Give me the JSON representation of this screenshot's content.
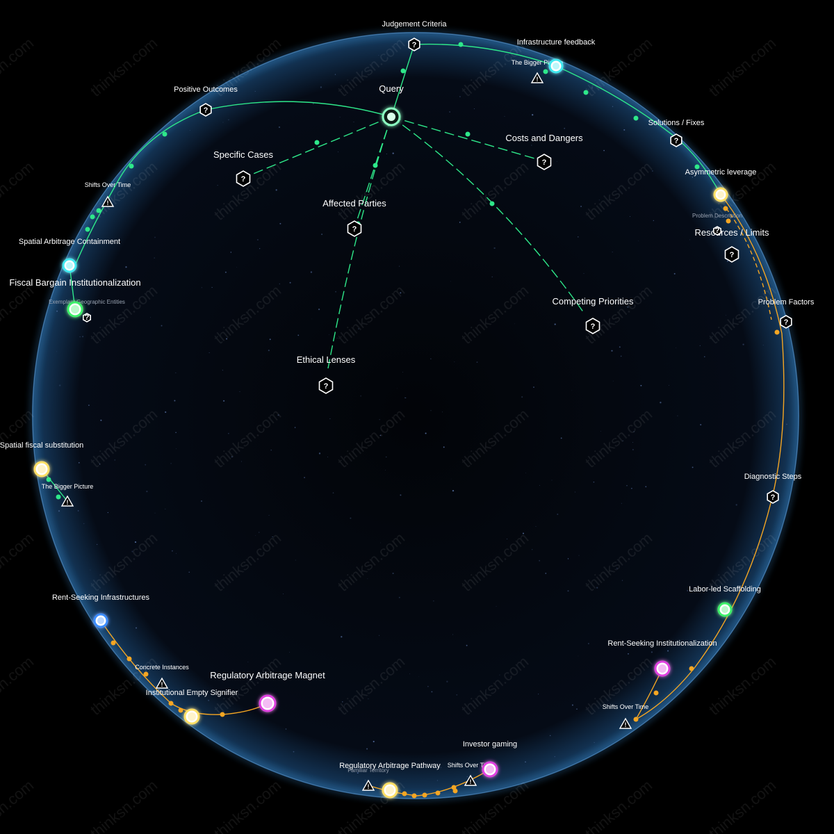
{
  "colors": {
    "background": "#000000",
    "globe_rim": "#3d6d9c",
    "green_path": "#2ee88a",
    "orange_path": "#f5a623",
    "node_cyan": "#40e8f0",
    "node_green": "#3df06a",
    "node_yellow": "#ffe066",
    "node_blue": "#3a8dff",
    "node_magenta": "#e040e0",
    "node_orange": "#f5a623"
  },
  "watermark": "thinksn.com",
  "query": {
    "label": "Query"
  },
  "question_nodes": [
    {
      "id": "judgement-criteria",
      "label": "Judgement Criteria",
      "size": "sm"
    },
    {
      "id": "positive-outcomes",
      "label": "Positive Outcomes",
      "size": "sm"
    },
    {
      "id": "specific-cases",
      "label": "Specific Cases",
      "size": "md"
    },
    {
      "id": "affected-parties",
      "label": "Affected Parties",
      "size": "md"
    },
    {
      "id": "costs-and-dangers",
      "label": "Costs and Dangers",
      "size": "md"
    },
    {
      "id": "competing-priorities",
      "label": "Competing Priorities",
      "size": "md"
    },
    {
      "id": "ethical-lenses",
      "label": "Ethical Lenses",
      "size": "md"
    },
    {
      "id": "solutions-fixes",
      "label": "Solutions / Fixes",
      "size": "sm"
    },
    {
      "id": "resources-limits",
      "label": "Resources / Limits",
      "size": "md"
    },
    {
      "id": "problem-factors",
      "label": "Problem Factors",
      "size": "sm"
    },
    {
      "id": "diagnostic-steps",
      "label": "Diagnostic Steps",
      "size": "sm"
    },
    {
      "id": "problem-description",
      "label": "Problem Description",
      "size": "xs"
    },
    {
      "id": "exemplary-geographic-entities",
      "label": "Exemplary Geographic Entities",
      "size": "xs"
    }
  ],
  "warning_nodes": [
    {
      "id": "the-bigger-picture-top",
      "label": "The Bigger Picture"
    },
    {
      "id": "shifts-over-time-left",
      "label": "Shifts Over Time"
    },
    {
      "id": "the-bigger-picture-left",
      "label": "The Bigger Picture"
    },
    {
      "id": "concrete-instances",
      "label": "Concrete Instances"
    },
    {
      "id": "familiar-territory",
      "label": "Familiar Territory"
    },
    {
      "id": "shifts-over-time-bottom",
      "label": "Shifts Over Time"
    },
    {
      "id": "shifts-over-time-right",
      "label": "Shifts Over Time"
    }
  ],
  "answer_nodes": [
    {
      "id": "infrastructure-feedback",
      "label": "Infrastructure feedback",
      "color": "#40e8f0"
    },
    {
      "id": "asymmetric-leverage",
      "label": "Asymmetric leverage",
      "color": "#ffe066"
    },
    {
      "id": "spatial-arbitrage-containment",
      "label": "Spatial Arbitrage Containment",
      "color": "#40e8f0"
    },
    {
      "id": "fiscal-bargain-institutionalization",
      "label": "Fiscal Bargain Institutionalization",
      "color": "#3df06a"
    },
    {
      "id": "spatial-fiscal-substitution",
      "label": "Spatial fiscal substitution",
      "color": "#ffe066"
    },
    {
      "id": "rent-seeking-infrastructures",
      "label": "Rent-Seeking Infrastructures",
      "color": "#3a8dff"
    },
    {
      "id": "regulatory-arbitrage-magnet",
      "label": "Regulatory Arbitrage Magnet",
      "color": "#e040e0"
    },
    {
      "id": "institutional-empty-signifier",
      "label": "Institutional Empty Signifier",
      "color": "#ffe066"
    },
    {
      "id": "regulatory-arbitrage-pathway",
      "label": "Regulatory Arbitrage Pathway",
      "color": "#ffe066"
    },
    {
      "id": "investor-gaming",
      "label": "Investor gaming",
      "color": "#e040e0"
    },
    {
      "id": "rent-seeking-institutionalization",
      "label": "Rent-Seeking Institutionalization",
      "color": "#e040e0"
    },
    {
      "id": "labor-led-scaffolding",
      "label": "Labor-led Scaffolding",
      "color": "#3df06a"
    }
  ]
}
